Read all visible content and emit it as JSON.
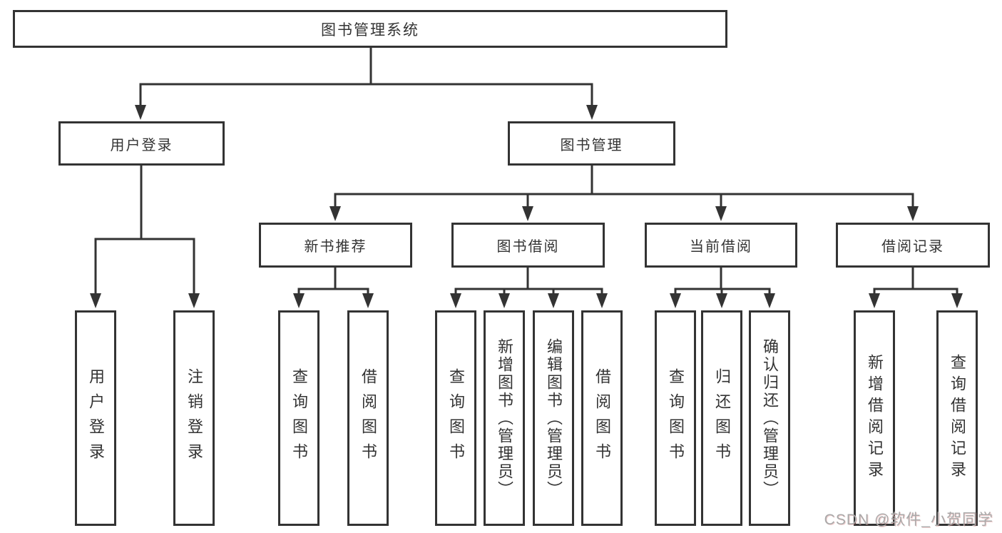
{
  "diagram": {
    "root": {
      "label": "图书管理系统"
    },
    "branches": [
      {
        "label": "用户登录",
        "children": [
          {
            "label": "用户登录"
          },
          {
            "label": "注销登录"
          }
        ]
      },
      {
        "label": "图书管理",
        "children": [
          {
            "label": "新书推荐",
            "children": [
              {
                "label": "查询图书"
              },
              {
                "label": "借阅图书"
              }
            ]
          },
          {
            "label": "图书借阅",
            "children": [
              {
                "label": "查询图书"
              },
              {
                "label": "新增图书（管理员）"
              },
              {
                "label": "编辑图书（管理员）"
              },
              {
                "label": "借阅图书"
              }
            ]
          },
          {
            "label": "当前借阅",
            "children": [
              {
                "label": "查询图书"
              },
              {
                "label": "归还图书"
              },
              {
                "label": "确认归还（管理员）"
              }
            ]
          },
          {
            "label": "借阅记录",
            "children": [
              {
                "label": "新增借阅记录"
              },
              {
                "label": "查询借阅记录"
              }
            ]
          }
        ]
      }
    ],
    "watermark": "CSDN @软件_小贺同学",
    "colors": {
      "line": "#333333",
      "text": "#333333",
      "watermark": "#a9a9a9",
      "background": "#ffffff"
    }
  }
}
